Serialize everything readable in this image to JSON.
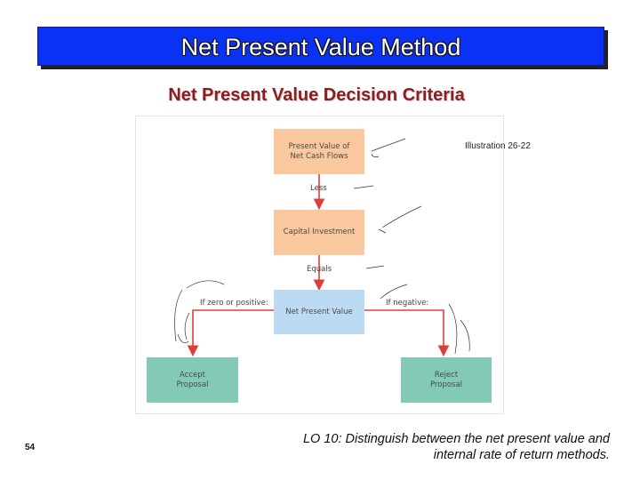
{
  "title": "Net Present Value Method",
  "subtitle": "Net Present Value Decision Criteria",
  "illustration_label": "Illustration 26-22",
  "diagram": {
    "box_pv": "Present Value of\nNet Cash Flows",
    "label_less": "Less",
    "box_capital": "Capital Investment",
    "label_equals": "Equals",
    "box_npv": "Net Present Value",
    "label_if_zero": "If zero or positive:",
    "label_if_negative": "If negative:",
    "box_accept": "Accept\nProposal",
    "box_reject": "Reject\nProposal"
  },
  "footer": {
    "slide_number": "54",
    "lo_line1": "LO 10:  Distinguish between the net present value and",
    "lo_line2": "internal rate of return methods."
  },
  "colors": {
    "title_bar": "#0a32f5",
    "subtitle": "#8b1e1e",
    "box_orange": "#f9c89e",
    "box_blue": "#bcdaf2",
    "box_green": "#82c9b6",
    "arrow_red": "#d9403a"
  }
}
